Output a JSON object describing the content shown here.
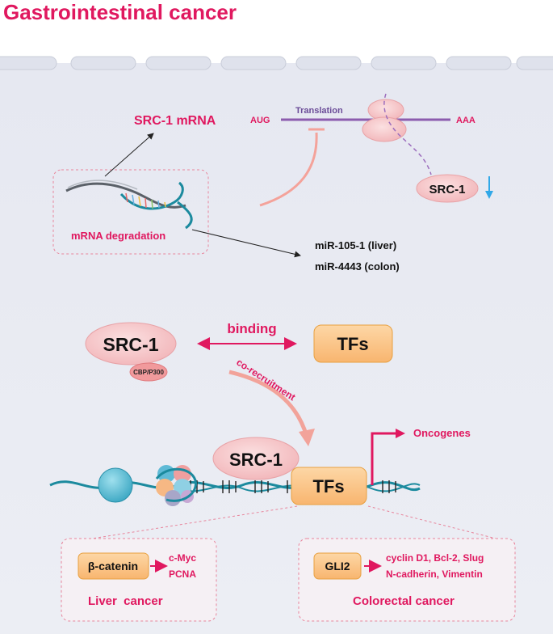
{
  "title": "Gastrointestinal cancer",
  "top": {
    "mrna_label": "SRC-1 mRNA",
    "aug": "AUG",
    "translation": "Translation",
    "aaa": "AAA",
    "protein": "SRC-1",
    "degradation_label": "mRNA degradation",
    "mirnas": [
      "miR-105-1 (liver)",
      "miR-4443 (colon)"
    ]
  },
  "middle": {
    "src1": "SRC-1",
    "cbp": "CBP/P300",
    "binding": "binding",
    "tfs": "TFs",
    "corecruitment": "co-recruitment"
  },
  "chromatin": {
    "src1": "SRC-1",
    "tfs": "TFs",
    "oncogenes": "Oncogenes"
  },
  "liver": {
    "factor": "β-catenin",
    "targets": [
      "c-Myc",
      "PCNA"
    ],
    "label": "Liver  cancer"
  },
  "colorectal": {
    "factor": "GLI2",
    "targets": [
      "cyclin D1, Bcl-2, Slug",
      "N-cadherin, Vimentin"
    ],
    "label": "Colorectal cancer"
  },
  "colors": {
    "accent": "#e0185f",
    "box_fill": "#fbc88f",
    "box_stroke": "#e8a040",
    "ellipse_fill": "#f6c6c8",
    "panel": "#e9ebf3",
    "dna": "#1b8a9e"
  }
}
